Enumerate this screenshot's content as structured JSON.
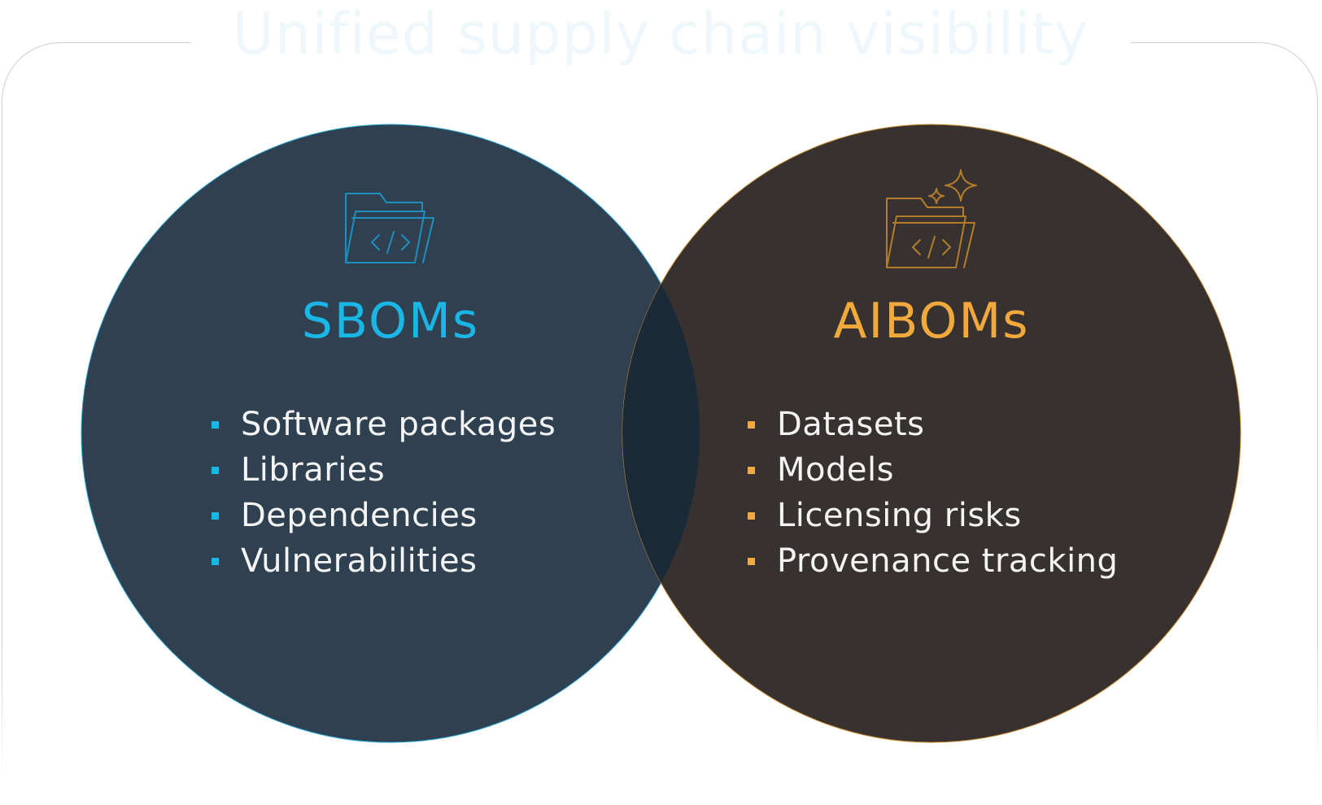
{
  "title": "Unified supply chain visibility",
  "colors": {
    "sbom_accent": "#1ab6e6",
    "aibom_accent": "#f2a93b",
    "sbom_circle": "#2f4150",
    "aibom_circle": "#37322f",
    "overlap": "#1b2a38",
    "title_text": "#eef8fc"
  },
  "sbom": {
    "icon": "code-folder-icon",
    "heading": "SBOMs",
    "items": [
      "Software packages",
      "Libraries",
      "Dependencies",
      "Vulnerabilities"
    ]
  },
  "aibom": {
    "icon": "code-folder-sparkle-icon",
    "heading": "AIBOMs",
    "items": [
      "Datasets",
      "Models",
      "Licensing risks",
      "Provenance tracking"
    ]
  }
}
